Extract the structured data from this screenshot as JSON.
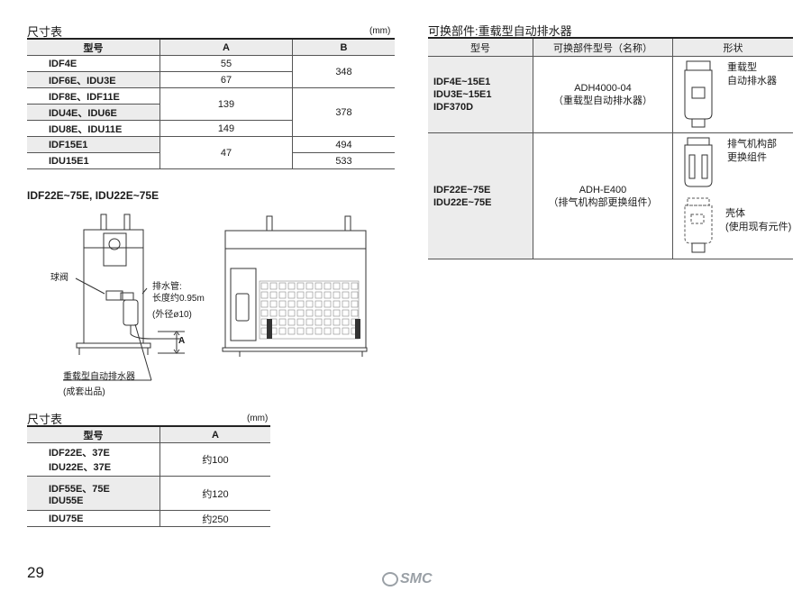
{
  "table1": {
    "title": "尺寸表",
    "unit": "(mm)",
    "headers": [
      "型号",
      "A",
      "B"
    ],
    "rows": [
      {
        "model": "IDF4E",
        "a": "55",
        "b": "348"
      },
      {
        "model": "IDF6E、IDU3E",
        "a": "67",
        "b": ""
      },
      {
        "model": "IDF8E、IDF11E",
        "a": "139",
        "b": "378"
      },
      {
        "model": "IDU4E、IDU6E",
        "a": "",
        "b": ""
      },
      {
        "model": "IDU8E、IDU11E",
        "a": "149",
        "b": ""
      },
      {
        "model": "IDF15E1",
        "a": "47",
        "b": "494"
      },
      {
        "model": "IDU15E1",
        "a": "",
        "b": "533"
      }
    ]
  },
  "drawing": {
    "title": "IDF22E~75E, IDU22E~75E",
    "labels": {
      "ball_valve": "球阀",
      "drain_tube_1": "排水管:",
      "drain_tube_2": "长度约0.95m",
      "drain_tube_3": "(外径ø10)",
      "dim_a": "A",
      "auto_drain_1": "重载型自动排水器",
      "auto_drain_2": "(成套出品)"
    }
  },
  "table2": {
    "title": "尺寸表",
    "unit": "(mm)",
    "headers": [
      "型号",
      "A"
    ],
    "rows": [
      {
        "model_1": "IDF22E、37E",
        "model_2": "IDU22E、37E",
        "a": "约100"
      },
      {
        "model_1": "IDF55E、75E",
        "model_2": "IDU55E",
        "a": "约120"
      },
      {
        "model_1": "IDU75E",
        "model_2": "",
        "a": "约250"
      }
    ]
  },
  "replacement": {
    "title": "可换部件:重载型自动排水器",
    "headers": [
      "型号",
      "可换部件型号（名称）",
      "形状"
    ],
    "rows": [
      {
        "models": [
          "IDF4E~15E1",
          "IDU3E~15E1",
          "IDF370D"
        ],
        "part_no": "ADH4000-04",
        "part_name": "（重载型自动排水器）",
        "shape_labels": [
          "重载型",
          "自动排水器"
        ]
      },
      {
        "models": [
          "IDF22E~75E",
          "IDU22E~75E"
        ],
        "part_no": "ADH-E400",
        "part_name": "（排气机构部更换组件）",
        "shape_labels": [
          "排气机构部",
          "更换组件"
        ],
        "shell_labels": [
          "壳体",
          "(使用现有元件)"
        ]
      }
    ]
  },
  "footer": {
    "page_number": "29",
    "logo": "SMC"
  }
}
